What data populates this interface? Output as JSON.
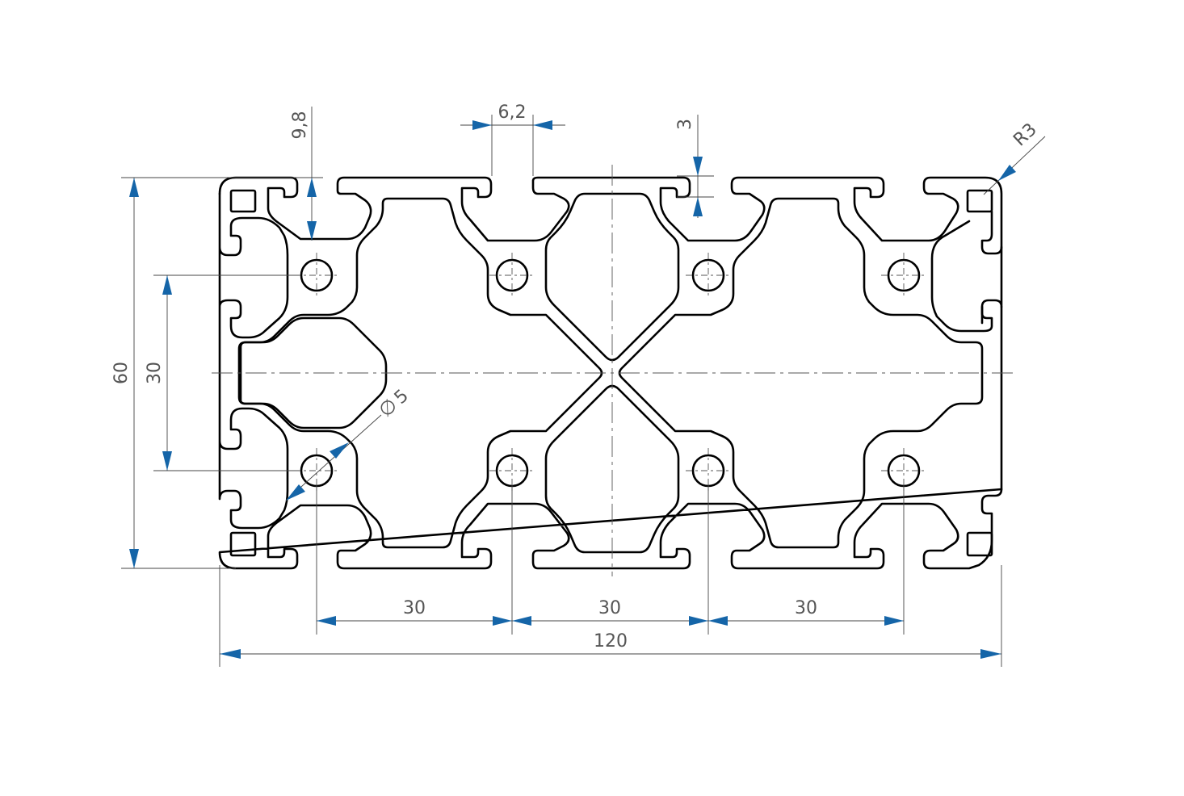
{
  "drawing": {
    "dimensions": {
      "width_total": "120",
      "height_total": "60",
      "hole_vertical_pitch": "30",
      "hole_pitch_1": "30",
      "hole_pitch_2": "30",
      "hole_pitch_3": "30",
      "slot_width": "6,2",
      "slot_depth": "9,8",
      "wall_thickness": "3",
      "corner_radius": "R3",
      "hole_diameter_symbol": "∅",
      "hole_diameter_value": "5"
    },
    "colors": {
      "outline": "#000000",
      "dimension_arrow": "#1565a8",
      "dimension_text": "#555555"
    }
  }
}
